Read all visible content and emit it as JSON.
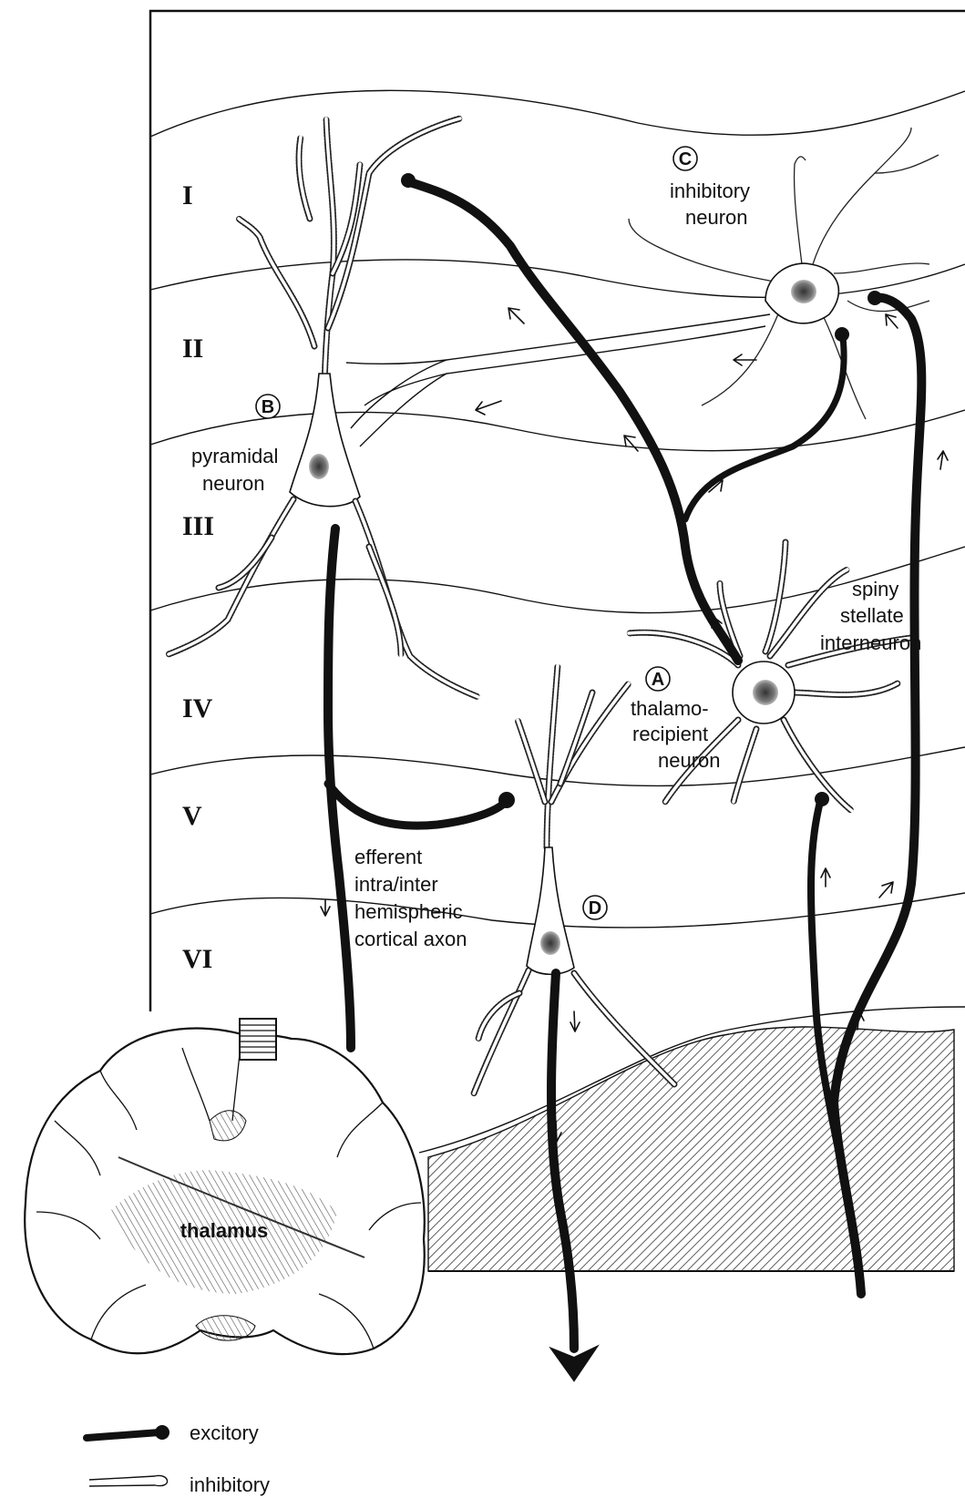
{
  "layers": [
    "I",
    "II",
    "III",
    "IV",
    "V",
    "VI"
  ],
  "neurons": {
    "a": {
      "letter": "A",
      "label_lines": [
        "thalamo-",
        "recipient",
        "neuron"
      ]
    },
    "a_type": {
      "label_lines": [
        "spiny",
        "stellate",
        "interneuron"
      ]
    },
    "b": {
      "letter": "B",
      "label_lines": [
        "pyramidal",
        "neuron"
      ]
    },
    "c": {
      "letter": "C",
      "label_lines": [
        "inhibitory",
        "neuron"
      ]
    },
    "d": {
      "letter": "D"
    }
  },
  "efferent_label_lines": [
    "efferent",
    "intra/inter",
    "hemispheric",
    "cortical axon"
  ],
  "brain": {
    "label": "thalamus"
  },
  "legend": {
    "excitory": "excitory",
    "inhibitory": "inhibitory"
  },
  "colors": {
    "ink": "#111111",
    "paper": "#ffffff",
    "hatch": "#333333"
  }
}
